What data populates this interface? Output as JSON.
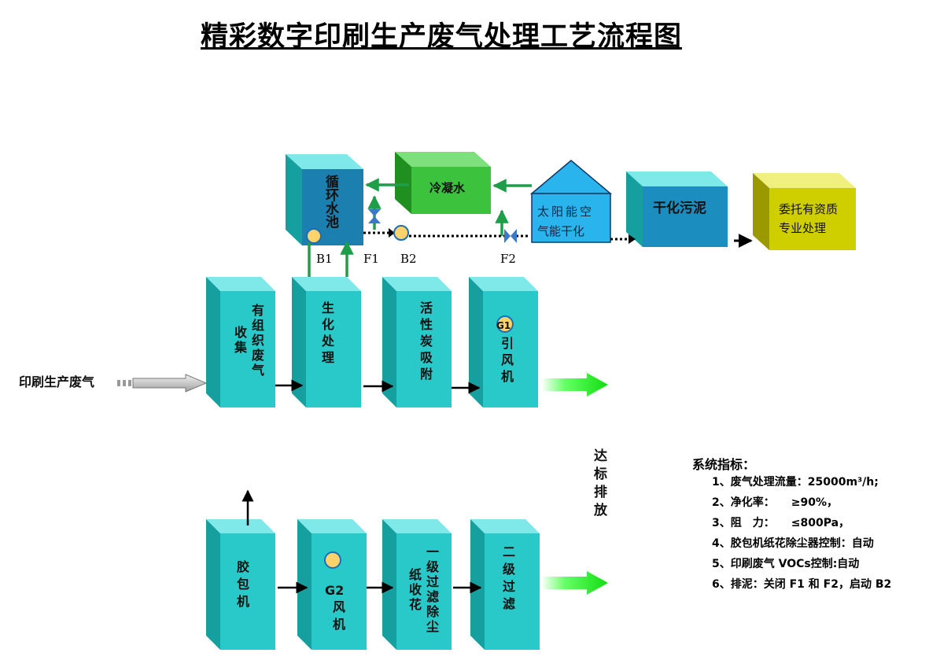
{
  "title": "精彩数字印刷生产废气处理工艺流程图",
  "top_units": {
    "circ_pool": "循环水池",
    "cooling_water": "冷凝水",
    "solar_dryer_line1": "太阳能空",
    "solar_dryer_line2": "气能干化",
    "dry_sludge": "干化污泥",
    "entrust_line1": "委托有资质",
    "entrust_line2": "专业处理"
  },
  "valve_labels": {
    "b1": "B1",
    "f1": "F1",
    "b2": "B2",
    "f2": "F2"
  },
  "line1": {
    "input_label": "印刷生产废气",
    "collect": "有组织废气收集",
    "bio": "生化处理",
    "carbon": "活性炭吸附",
    "fan_tag": "G1",
    "fan": "引风机"
  },
  "discharge_label": "达标排放",
  "line2": {
    "glue": "胶包机",
    "fan_tag": "G2",
    "fan": "风机",
    "filter1": "一级过滤除尘纸收花",
    "filter2": "二级过滤"
  },
  "indicators": {
    "title": "系统指标：",
    "items": [
      "1、废气处理流量：25000m³/h;",
      "2、净化率：　　≥90%，",
      "3、阻　力：　　≤800Pa，",
      "4、胶包机纸花除尘器控制：自动",
      "5、印刷废气 VOCs控制:自动",
      "6、排泥：关闭 F1 和 F2，启动 B2"
    ]
  },
  "colors": {
    "box_front": "#2ac9c9",
    "box_top": "#7fe8e8",
    "box_side": "#169f9f",
    "pool_front": "#1b7fb0",
    "cooling_front": "#3cc23c",
    "solar_front": "#2ab4ee",
    "sludge_front": "#1b8dbf",
    "entrust_front": "#cfcf00",
    "green_pipe": "#1f9e4a",
    "green_arrow": "#22e622"
  }
}
